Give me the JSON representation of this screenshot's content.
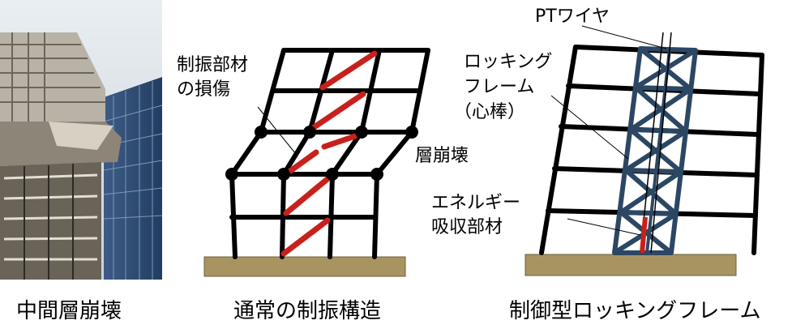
{
  "captions": {
    "photo": "中間層崩壊",
    "damper": "通常の制振構造",
    "rocking": "制御型ロッキングフレーム"
  },
  "damper_labels": {
    "damage_line1": "制振部材",
    "damage_line2": "の損傷",
    "story_collapse": "層崩壊"
  },
  "rocking_labels": {
    "pt_wire": "PTワイヤ",
    "frame_line1": "ロッキング",
    "frame_line2": "フレーム",
    "frame_line3": "（心棒）",
    "energy_line1": "エネルギー",
    "energy_line2": "吸収部材"
  },
  "colors": {
    "frame": "#000000",
    "damper": "#c8201c",
    "rocking_frame": "#2b4763",
    "ground": "#a89460",
    "ground_edge": "#6e5f37"
  }
}
